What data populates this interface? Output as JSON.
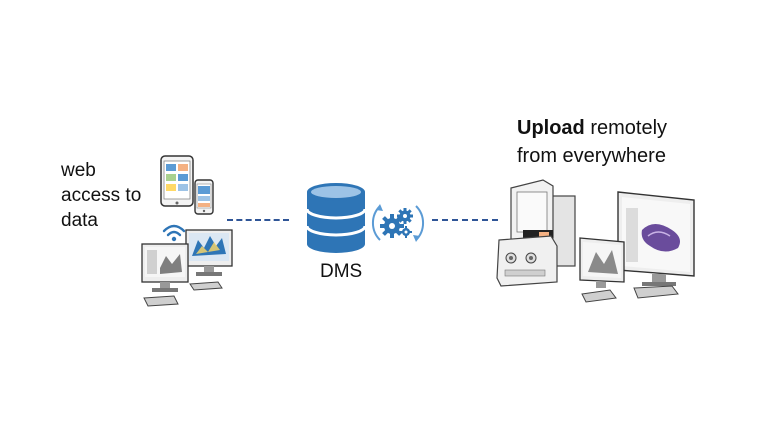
{
  "left": {
    "label_lines": [
      "web",
      "access to",
      "data"
    ]
  },
  "center": {
    "label": "DMS"
  },
  "right": {
    "label_bold": "Upload",
    "label_rest": " remotely",
    "label_line2": "from everywhere"
  },
  "colors": {
    "database": "#2e75b6",
    "database_light": "#9dc3e6",
    "gears": "#2e75b6",
    "arrows": "#5b9bd5",
    "dashes": "#2f5597",
    "wifi": "#2e75b6"
  },
  "icons": [
    "tablet-icon",
    "phone-icon",
    "wifi-icon",
    "monitor-icon",
    "database-icon",
    "gears-icon",
    "microscope-icon",
    "workstation-icon"
  ]
}
